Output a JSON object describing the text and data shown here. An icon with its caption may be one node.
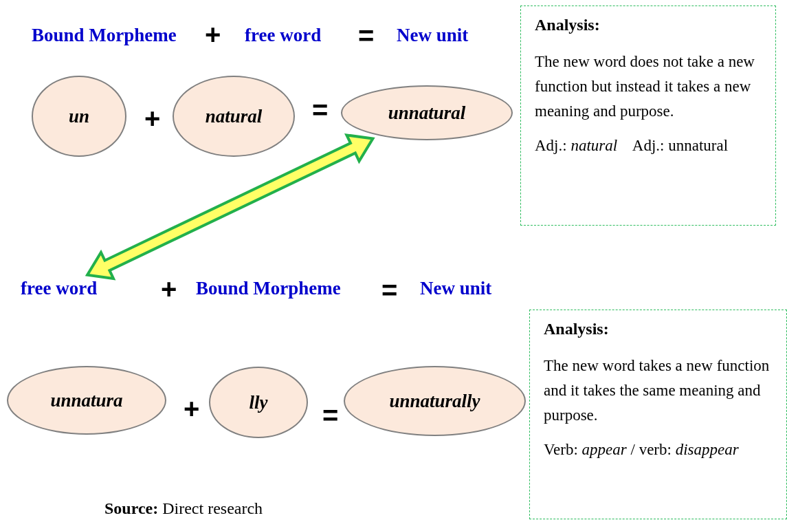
{
  "diagram": {
    "caption": "**Source:** Direct research",
    "nodes": [
      {
        "text": [
          "un"
        ]
      },
      {
        "text": [
          "natural"
        ]
      },
      {
        "text": [
          "unnatural"
        ]
      },
      {
        "text": [
          "Analysis:",
          "The new word does not take a new function but instead it takes a new meaning and purpose.",
          "Adj.: *natural*    Adj.: unnatural"
        ]
      },
      {
        "text": [
          "free word"
        ]
      },
      {
        "text": [
          "unnatura"
        ]
      },
      {
        "text": [
          "lly"
        ]
      },
      {
        "text": [
          "unnaturally"
        ]
      },
      {
        "text": [
          "Analysis:",
          "The new word takes a new function and it takes the same meaning and purpose.",
          "Verb: *appear* / verb: *disappear*"
        ]
      }
    ],
    "edges": [
      {
        "from": 2,
        "to": 4,
        "arrow": "both",
        "style": "thick"
      }
    ],
    "labels": [
      "Bound Morpheme",
      "+",
      "free word",
      "=",
      "New unit",
      "+",
      "=",
      "+",
      "Bound Morpheme",
      "=",
      "New unit",
      "+",
      "="
    ]
  }
}
